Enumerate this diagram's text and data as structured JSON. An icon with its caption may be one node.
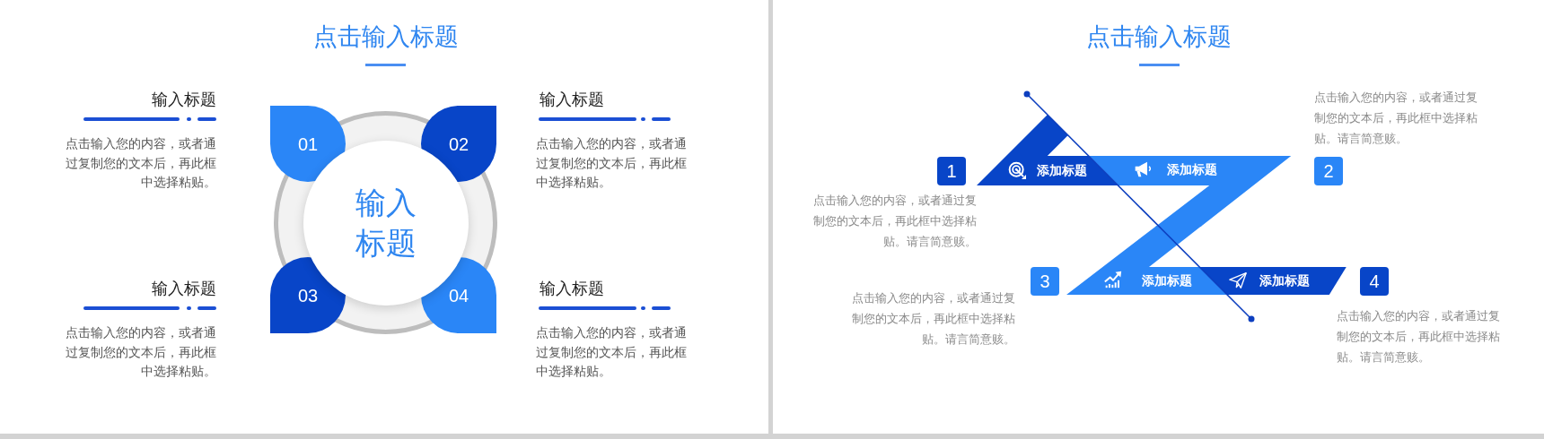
{
  "diagram": {
    "nodes": [
      {
        "text": [
          "01"
        ]
      },
      {
        "text": [
          "02"
        ]
      },
      {
        "text": [
          "输入标题"
        ]
      },
      {
        "text": [
          "03"
        ]
      },
      {
        "text": [
          "04"
        ]
      },
      {
        "text": [
          "1"
        ]
      },
      {
        "text": [
          "添加标题"
        ]
      },
      {
        "text": [
          "添加标题"
        ]
      },
      {
        "text": [
          "2"
        ]
      },
      {
        "text": [
          "3"
        ]
      },
      {
        "text": [
          "添加标题"
        ]
      },
      {
        "text": [
          "添加标题"
        ]
      },
      {
        "text": [
          "4"
        ]
      }
    ],
    "labels": [
      "点击输入标题",
      "输入标题",
      "点击输入您的内容，或者通过复制您的文本后，再此框中选择粘贴。",
      "输入标题",
      "点击输入您的内容，或者通过复制您的文本后，再此框中选择粘贴。",
      "输入标题",
      "点击输入您的内容，或者通过复制您的文本后，再此框中选择粘贴。",
      "输入标题",
      "点击输入您的内容，或者通过复制您的文本后，再此框中选择粘贴。",
      "点击输入标题",
      "点击输入您的内容，或者通过复制您的文本后，再此框中选择粘贴。请言简意赅。",
      "点击输入您的内容，或者通过复制您的文本后，再此框中选择粘贴。请言简意赅。",
      "点击输入您的内容，或者通过复制您的文本后，再此框中选择粘贴。请言简意赅。",
      "点击输入您的内容，或者通过复制您的文本后，再此框中选择粘贴。请言简意赅。"
    ]
  }
}
